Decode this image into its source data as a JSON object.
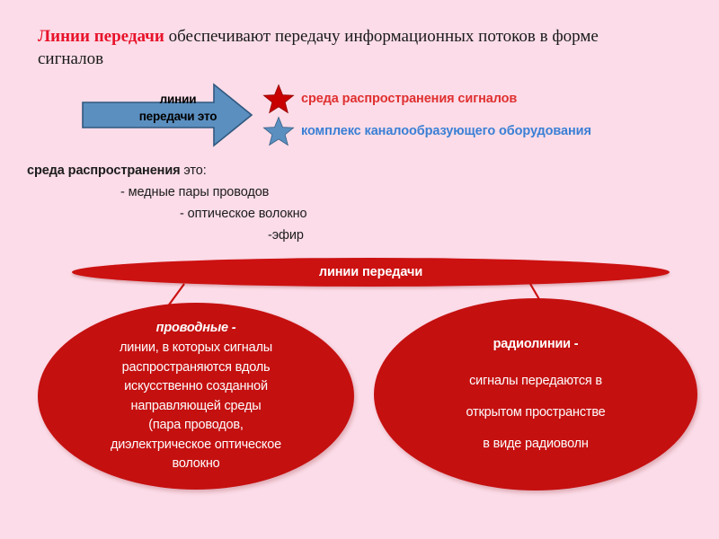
{
  "slide": {
    "background_color": "#fbdce8",
    "accent_red": "#cc1111",
    "accent_blue": "#3a7fd5"
  },
  "title": {
    "accent": "Линии передачи",
    "rest": " обеспечивают передачу информационных потоков в форме сигналов"
  },
  "arrow": {
    "icon": "right-arrow-icon",
    "fill_color": "#5b8fc0",
    "label_line1": "линии",
    "label_line2": "передачи это"
  },
  "bullets": [
    {
      "icon": "red-star-icon",
      "star_color": "#c80000",
      "text": "среда распространения сигналов",
      "text_color": "#e03030"
    },
    {
      "icon": "blue-star-icon",
      "star_color": "#5b8fc0",
      "text": "комплекс каналообразующего оборудования",
      "text_color": "#3a7fd5"
    }
  ],
  "medium": {
    "lead": "среда распространения",
    "lead_tail": " это:",
    "items": [
      "-  медные пары проводов",
      "- оптическое волокно",
      "-эфир"
    ]
  },
  "banner": {
    "label": "линии передачи"
  },
  "ellipses": [
    {
      "name": "wired",
      "head": "проводные -",
      "lines": [
        "линии, в которых сигналы",
        "распространяются  вдоль",
        "искусственно  созданной",
        "направляющей  среды",
        "(пара проводов,",
        "диэлектрическое оптическое",
        "волокно"
      ]
    },
    {
      "name": "radio",
      "head": "радиолинии -",
      "lines": [
        "сигналы передаются в",
        "открытом пространстве",
        "в виде радиоволн"
      ]
    }
  ]
}
